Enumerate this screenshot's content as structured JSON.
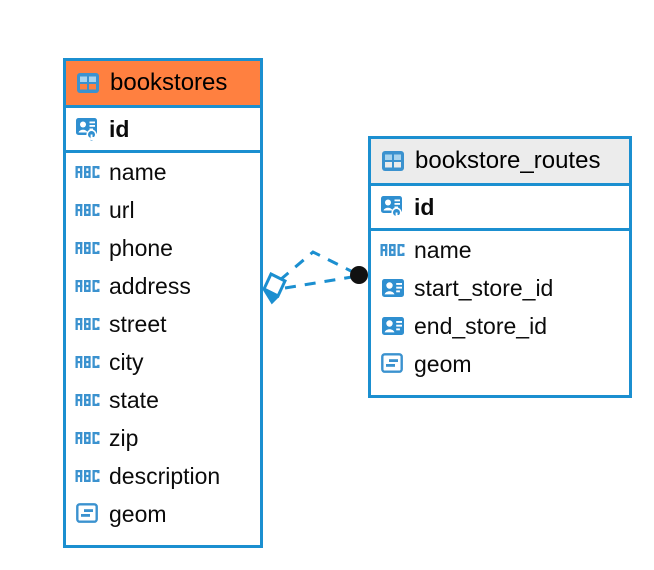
{
  "diagram": {
    "type": "entity-relationship-diagram",
    "background_color": "#ffffff",
    "accent_color": "#1b8fd0",
    "highlight_color": "#ff8040",
    "header_grey": "#ececec"
  },
  "entities": [
    {
      "id": "bookstores",
      "title": "bookstores",
      "header_style": "orange",
      "title_icon": "table-icon",
      "primary_keys": [
        {
          "name": "id",
          "icon": "primary-key-icon"
        }
      ],
      "fields": [
        {
          "name": "name",
          "icon": "text-abc-icon"
        },
        {
          "name": "url",
          "icon": "text-abc-icon"
        },
        {
          "name": "phone",
          "icon": "text-abc-icon"
        },
        {
          "name": "address",
          "icon": "text-abc-icon"
        },
        {
          "name": "street",
          "icon": "text-abc-icon"
        },
        {
          "name": "city",
          "icon": "text-abc-icon"
        },
        {
          "name": "state",
          "icon": "text-abc-icon"
        },
        {
          "name": "zip",
          "icon": "text-abc-icon"
        },
        {
          "name": "description",
          "icon": "text-abc-icon"
        },
        {
          "name": "geom",
          "icon": "geometry-icon"
        }
      ]
    },
    {
      "id": "bookstore_routes",
      "title": "bookstore_routes",
      "header_style": "grey",
      "title_icon": "table-icon",
      "primary_keys": [
        {
          "name": "id",
          "icon": "primary-key-icon"
        }
      ],
      "fields": [
        {
          "name": "name",
          "icon": "text-abc-icon"
        },
        {
          "name": "start_store_id",
          "icon": "foreign-key-icon"
        },
        {
          "name": "end_store_id",
          "icon": "foreign-key-icon"
        },
        {
          "name": "geom",
          "icon": "geometry-icon"
        }
      ]
    }
  ],
  "relationship": {
    "from": "bookstores",
    "to": "bookstore_routes",
    "line_style": "dashed",
    "line_color": "#1b8fd0",
    "source_marker": "diamond-outline",
    "target_marker": "filled-circle",
    "target_marker_color": "#000000"
  }
}
